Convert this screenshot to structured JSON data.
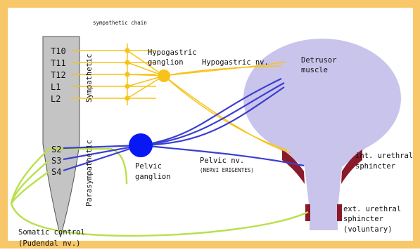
{
  "labels": {
    "title": "sympathetic chain",
    "segments": {
      "t10": "T10",
      "t11": "T11",
      "t12": "T12",
      "l1": "L1",
      "l2": "L2",
      "s2": "S2",
      "s3": "S3",
      "s4": "S4"
    },
    "sympathetic": "Sympathetic",
    "parasympathetic": "Parasympathetic",
    "hypogastric_ganglion": [
      "Hypogastric",
      "ganglion"
    ],
    "hypogastric_nerve": "Hypogastric nv.",
    "detrusor": [
      "Detrusor",
      "muscle"
    ],
    "pelvic_ganglion": [
      "Pelvic",
      "ganglion"
    ],
    "pelvic_nerve": [
      "Pelvic nv.",
      "(NERVI ERIGENTES)"
    ],
    "internal_sphincter": [
      "int. urethral",
      "sphincter"
    ],
    "external_sphincter": [
      "ext. urethral",
      "sphincter",
      "(voluntary)"
    ],
    "somatic": [
      "Somatic control",
      "(Pudendal nv.)"
    ]
  },
  "colors": {
    "background_border": "#f7c769",
    "spinal_cord": "#c4c4c4",
    "sympathetic_nerve": "#f7c31a",
    "parasympathetic_nerve": "#3b3fd0",
    "pelvic_ganglion": "#0818f5",
    "somatic_nerve": "#b9e04a",
    "bladder": "#c9c4ec",
    "sphincter": "#8a1a2a"
  }
}
